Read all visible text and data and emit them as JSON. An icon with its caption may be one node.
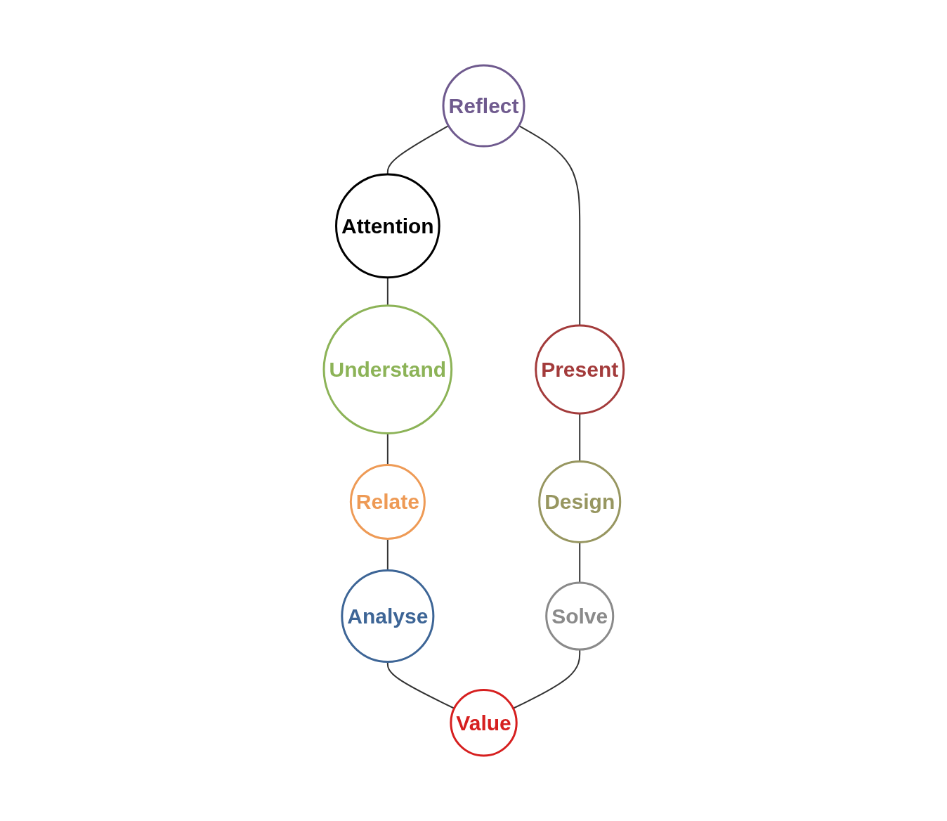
{
  "diagram": {
    "nodes": [
      {
        "text": [
          "Reflect"
        ]
      },
      {
        "text": [
          "Attention"
        ]
      },
      {
        "text": [
          "Understand"
        ]
      },
      {
        "text": [
          "Relate"
        ]
      },
      {
        "text": [
          "Analyse"
        ]
      },
      {
        "text": [
          "Value"
        ]
      },
      {
        "text": [
          "Solve"
        ]
      },
      {
        "text": [
          "Design"
        ]
      },
      {
        "text": [
          "Present"
        ]
      }
    ],
    "edges": [
      {
        "from": 0,
        "to": 1,
        "arrow": "none"
      },
      {
        "from": 1,
        "to": 2,
        "arrow": "none"
      },
      {
        "from": 2,
        "to": 3,
        "arrow": "none"
      },
      {
        "from": 3,
        "to": 4,
        "arrow": "none"
      },
      {
        "from": 4,
        "to": 5,
        "arrow": "none"
      },
      {
        "from": 6,
        "to": 5,
        "arrow": "none"
      },
      {
        "from": 7,
        "to": 6,
        "arrow": "none"
      },
      {
        "from": 8,
        "to": 7,
        "arrow": "none"
      },
      {
        "from": 0,
        "to": 8,
        "arrow": "none"
      }
    ]
  }
}
